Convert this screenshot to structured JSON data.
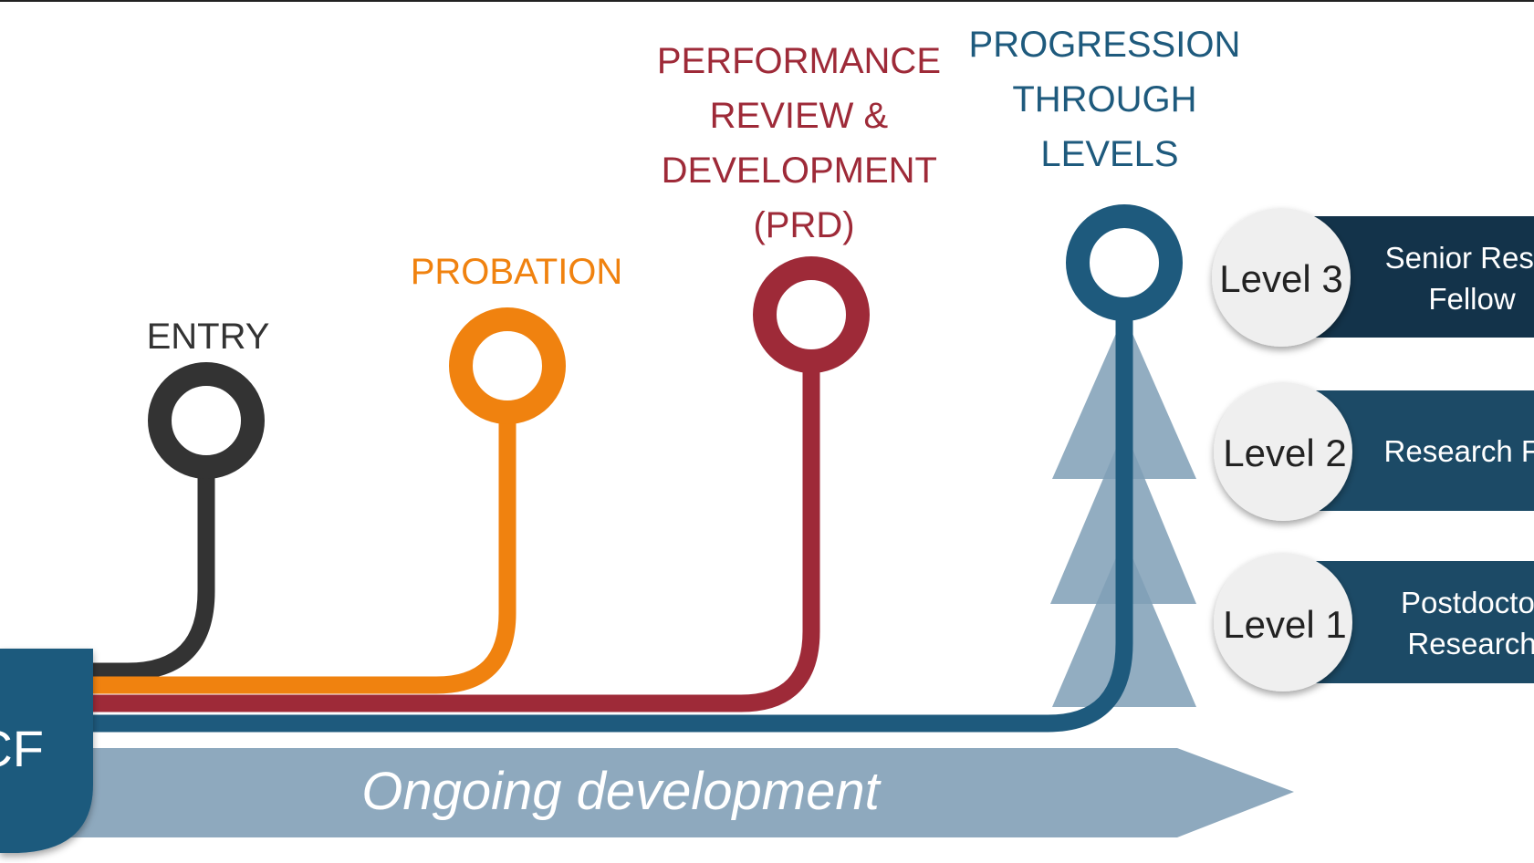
{
  "stages": {
    "entry": {
      "lines": [
        "ENTRY"
      ],
      "color": "#333333"
    },
    "probation": {
      "lines": [
        "PROBATION"
      ],
      "color": "#f0820f"
    },
    "prd": {
      "lines": [
        "PERFORMANCE",
        "REVIEW &",
        "DEVELOPMENT",
        "(PRD)"
      ],
      "color": "#9e2a38"
    },
    "progression": {
      "lines": [
        "PROGRESSION",
        "THROUGH",
        "LEVELS"
      ],
      "color": "#1e5a7d"
    }
  },
  "badge": {
    "text": "CF",
    "color": "#1e5a7d"
  },
  "arrow": {
    "label": "Ongoing development",
    "color": "#8ea9be"
  },
  "levels": [
    {
      "name": "Level 3",
      "lines": [
        "Senior Rese",
        "Fellow"
      ],
      "color": "#13334a"
    },
    {
      "name": "Level 2",
      "lines": [
        "Research Fe"
      ],
      "color": "#1c4a66"
    },
    {
      "name": "Level 1",
      "lines": [
        "Postdocto",
        "Research"
      ],
      "color": "#1c4a66"
    }
  ],
  "colors": {
    "triangle": "#7f9fb6",
    "circle_fill": "#efefef",
    "text_light": "#ffffff"
  }
}
